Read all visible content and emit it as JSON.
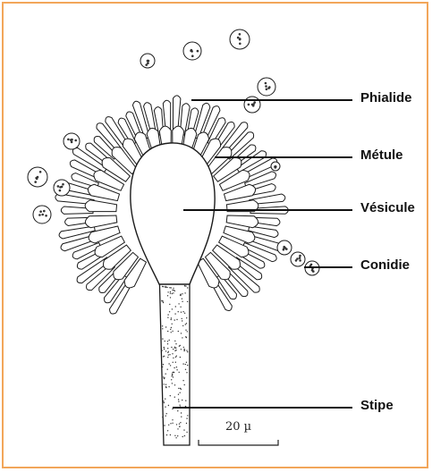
{
  "labels": {
    "phialide": "Phialide",
    "metule": "Métule",
    "vesicule": "Vésicule",
    "conidie": "Conidie",
    "stipe": "Stipe"
  },
  "scale_bar": {
    "text": "20 µ"
  },
  "colors": {
    "frame": "#f2a65a",
    "ink": "#1a1a1a"
  }
}
